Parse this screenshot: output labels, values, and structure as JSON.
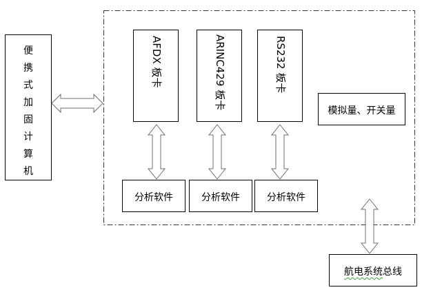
{
  "diagram": {
    "computer": {
      "chars": [
        "便",
        "携",
        "式",
        "加",
        "固",
        "计",
        "算",
        "机"
      ],
      "label": "便携式加固计算机"
    },
    "cards": [
      {
        "label": "AFDX 板卡"
      },
      {
        "label": "ARINC429 板卡"
      },
      {
        "label": "RS232 板卡"
      }
    ],
    "analysis": [
      {
        "label": "分析软件"
      },
      {
        "label": "分析软件"
      },
      {
        "label": "分析软件"
      }
    ],
    "signals": {
      "label": "模拟量、开关量"
    },
    "bus": {
      "label_underlined": "航电系统",
      "label_rest": "总线"
    },
    "colors": {
      "line": "#000000",
      "arrow_stroke": "#6d6d6d",
      "frame": "#333333",
      "spellcheck": "#3a9d3a"
    }
  }
}
